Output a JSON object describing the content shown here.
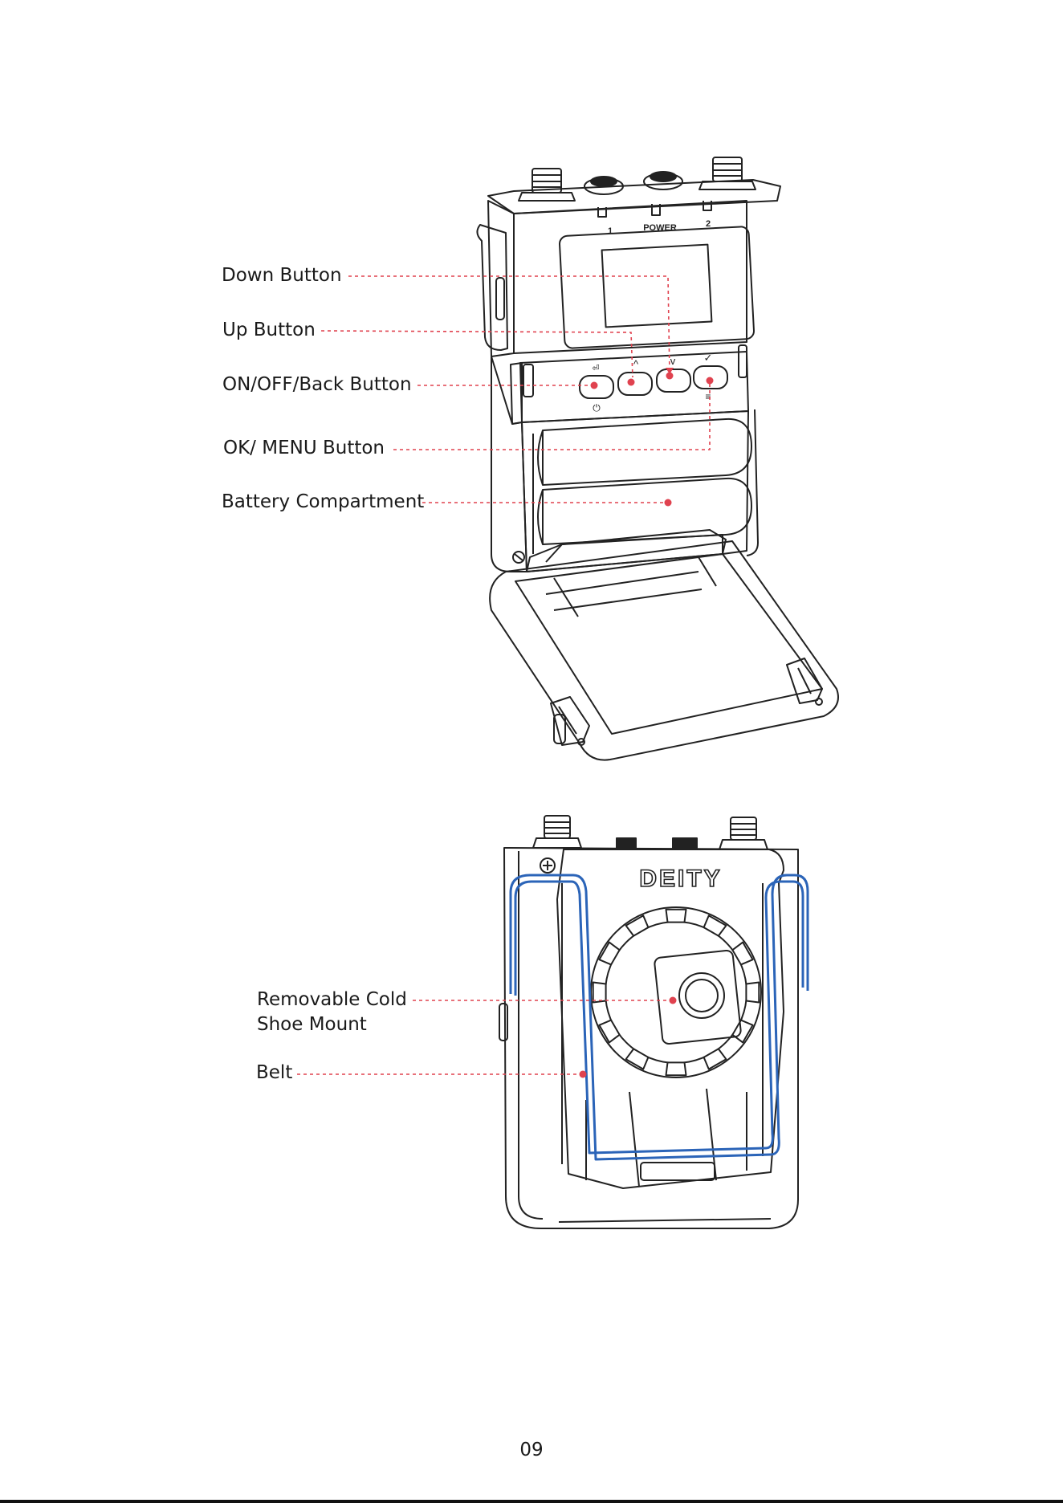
{
  "callouts_top": {
    "down": "Down Button",
    "up": "Up Button",
    "onoff": "ON/OFF/Back Button",
    "ok": "OK/ MENU Button",
    "battery": "Battery Compartment"
  },
  "callouts_bottom": {
    "coldshoe_line1": "Removable Cold",
    "coldshoe_line2": "Shoe Mount",
    "belt": "Belt"
  },
  "device_labels": {
    "ch1": "1",
    "power": "POWER",
    "ch2": "2",
    "brand": "DEITY"
  },
  "page_number": "09",
  "colors": {
    "leader": "#e0424f",
    "belt": "#2b64b8",
    "outline": "#222222"
  }
}
